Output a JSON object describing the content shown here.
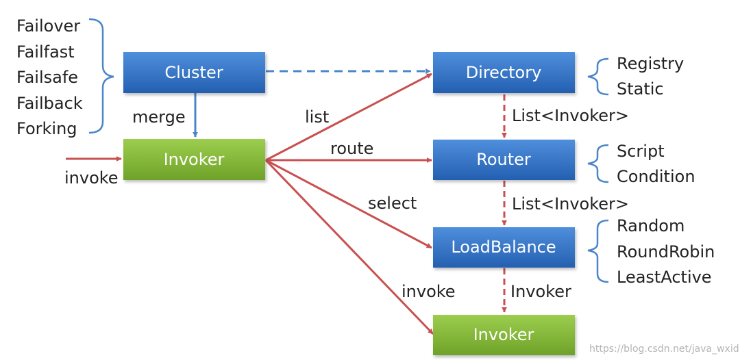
{
  "nodes": {
    "cluster": "Cluster",
    "invoker_main": "Invoker",
    "directory": "Directory",
    "router": "Router",
    "loadbalance": "LoadBalance",
    "invoker_target": "Invoker"
  },
  "cluster_strategies": [
    "Failover",
    "Failfast",
    "Failsafe",
    "Failback",
    "Forking"
  ],
  "directory_types": [
    "Registry",
    "Static"
  ],
  "router_types": [
    "Script",
    "Condition"
  ],
  "loadbalance_types": [
    "Random",
    "RoundRobin",
    "LeastActive"
  ],
  "edges": {
    "merge": "merge",
    "invoke_in": "invoke",
    "list": "list",
    "route": "route",
    "select": "select",
    "invoke_out": "invoke",
    "directory_to_router": "List<Invoker>",
    "router_to_loadbalance": "List<Invoker>",
    "loadbalance_to_invoker": "Invoker"
  },
  "watermark": "https://blog.csdn.net/java_wxid",
  "colors": {
    "blue_box": "#2e6fc3",
    "green_box": "#7fb431",
    "red_arrow": "#c9504f",
    "blue_arrow": "#4a86c8",
    "bracket": "#4a86c8"
  }
}
